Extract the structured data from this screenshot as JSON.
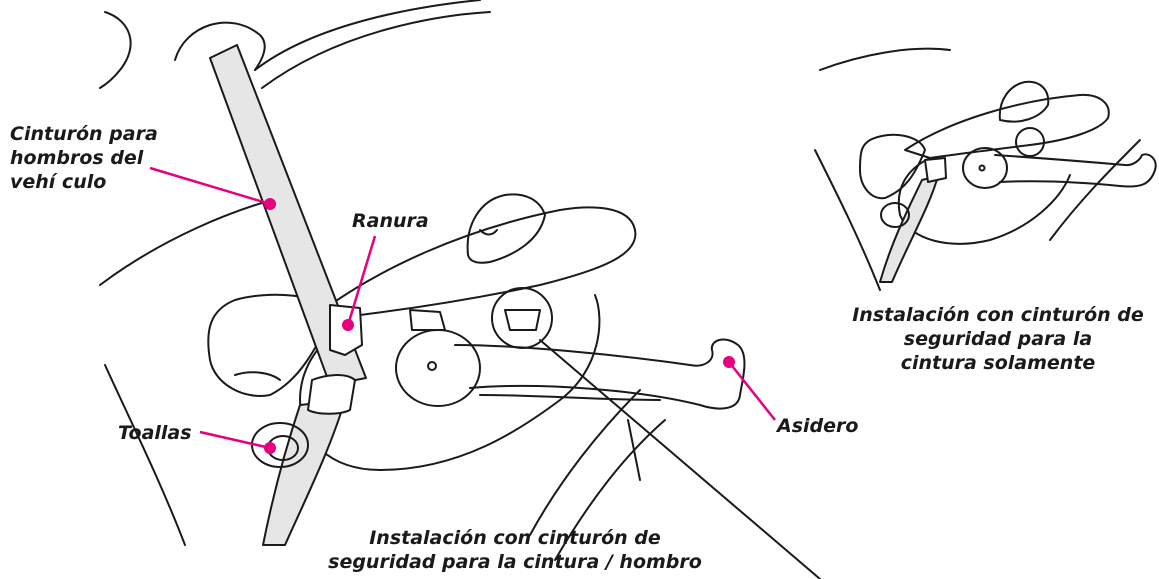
{
  "labels": {
    "shoulder_belt": "Cinturón para\nhombros del\nvehí culo",
    "slot": "Ranura",
    "towels": "Toallas",
    "handle": "Asidero"
  },
  "captions": {
    "main": "Instalación con cinturón de\nseguridad para la cintura / hombro",
    "inset": "Instalación con cinturón de\nseguridad para la\ncintura solamente"
  },
  "colors": {
    "line": "#1a1a1a",
    "callout": "#e6007e",
    "belt_fill": "#e6e6e6"
  }
}
